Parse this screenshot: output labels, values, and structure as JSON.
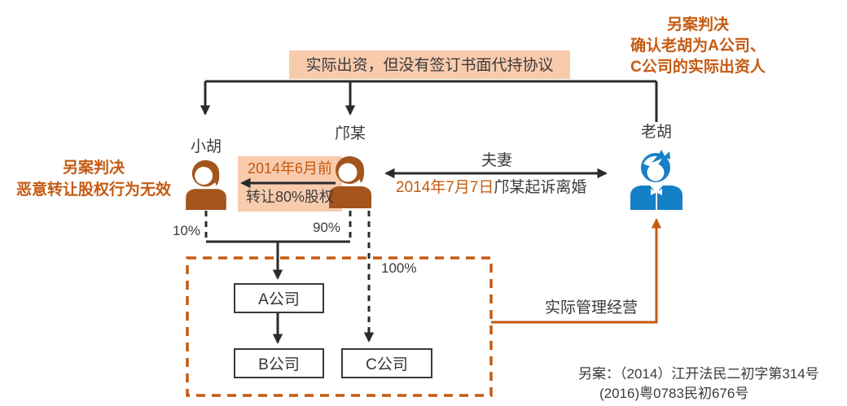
{
  "colors": {
    "accent_orange": "#C55A11",
    "peach_fill": "#F8CBAD",
    "dark_text": "#3B3B3B",
    "line": "#2B2B2B",
    "female_icon": "#A4551E",
    "male_icon": "#1680C6"
  },
  "icons": {
    "xiaohu": "female-person-icon",
    "kuang": "female-person-icon",
    "laohu": "male-person-icon"
  },
  "top_note": {
    "text": "实际出资，但没有签订书面代持协议"
  },
  "right_verdict": {
    "line1": "另案判决",
    "line2": "确认老胡为A公司、",
    "line3": "C公司的实际出资人"
  },
  "left_verdict": {
    "line1": "另案判决",
    "line2": "恶意转让股权行为无效"
  },
  "persons": {
    "xiaohu": {
      "name": "小胡"
    },
    "kuang": {
      "name": "邝某"
    },
    "laohu": {
      "name": "老胡"
    }
  },
  "transfer_note": {
    "date": "2014年6月前",
    "action": "转让80%股权"
  },
  "marriage": {
    "label": "夫妻",
    "date": "2014年7月7日",
    "event": "邝某起诉离婚"
  },
  "ownership": {
    "xiaohu_share": "10%",
    "kuang_share": "90%",
    "c_share": "100%"
  },
  "companies": {
    "a": "A公司",
    "b": "B公司",
    "c": "C公司"
  },
  "manage_label": "实际管理经营",
  "case_refs": {
    "line1": "另案：（2014）江开法民二初字第314号",
    "line2": "(2016)粤0783民初676号"
  }
}
